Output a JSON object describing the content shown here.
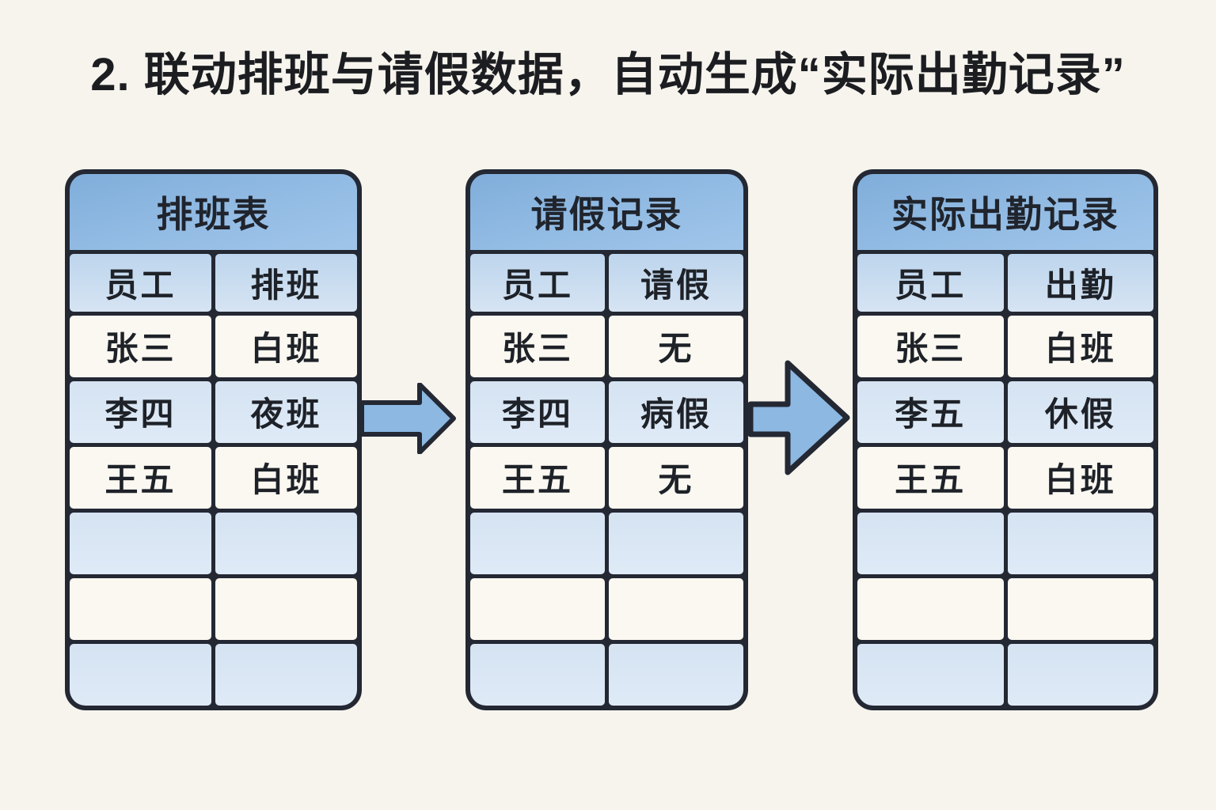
{
  "page": {
    "title": "2. 联动排班与请假数据，自动生成“实际出勤记录”"
  },
  "tables": [
    {
      "id": "schedule",
      "title": "排班表",
      "headers": [
        "员工",
        "排班"
      ],
      "rows": [
        [
          "张三",
          "白班"
        ],
        [
          "李四",
          "夜班"
        ],
        [
          "王五",
          "白班"
        ]
      ],
      "empty_rows": 3
    },
    {
      "id": "leave-record",
      "title": "请假记录",
      "headers": [
        "员工",
        "请假"
      ],
      "rows": [
        [
          "张三",
          "无"
        ],
        [
          "李四",
          "病假"
        ],
        [
          "王五",
          "无"
        ]
      ],
      "empty_rows": 3
    },
    {
      "id": "actual-attendance",
      "title": "实际出勤记录",
      "headers": [
        "员工",
        "出勤"
      ],
      "rows": [
        [
          "张三",
          "白班"
        ],
        [
          "李五",
          "休假"
        ],
        [
          "王五",
          "白班"
        ]
      ],
      "empty_rows": 3
    }
  ],
  "arrows": [
    {
      "name": "flow-arrow-1",
      "direction": "right"
    },
    {
      "name": "flow-arrow-2",
      "direction": "right"
    }
  ],
  "colors": {
    "background": "#f6f4ed",
    "table_title_blue": "#8ab4e0",
    "column_header_blue": "#c9dcef",
    "row_light_blue": "#dbe7f5",
    "row_white": "#faf8f1",
    "border_dark": "#232833",
    "arrow_fill": "#8cb8e2",
    "text_dark": "#1e2228"
  }
}
